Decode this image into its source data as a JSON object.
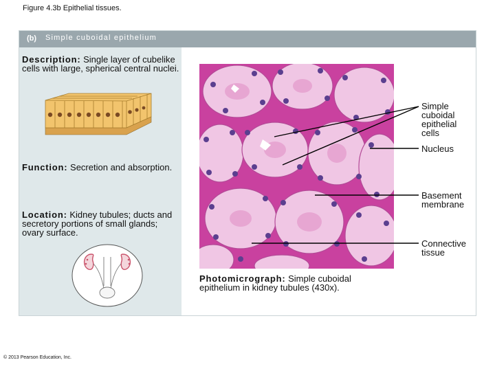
{
  "figure_title": "Figure 4.3b  Epithelial tissues.",
  "panel": {
    "tag": "(b)",
    "title": "Simple cuboidal epithelium"
  },
  "description": {
    "label": "Description:",
    "text": "Single layer of cubelike cells with large, spherical central nuclei."
  },
  "function": {
    "label": "Function:",
    "text": "Secretion and absorption."
  },
  "location": {
    "label": "Location:",
    "text": "Kidney tubules; ducts and secretory portions of small glands; ovary surface."
  },
  "micrograph": {
    "caption_label": "Photomicrograph:",
    "caption_text": "Simple cuboidal epithelium in kidney tubules (430x)."
  },
  "labels": {
    "cells": "Simple cuboidal epithelial cells",
    "nucleus": "Nucleus",
    "basement_membrane": "Basement membrane",
    "connective_tissue": "Connective tissue"
  },
  "copyright": "© 2013 Pearson Education, Inc.",
  "colors": {
    "header": "#9aa7ad",
    "left_column": "#dfe8ea",
    "tissue_background": "#e7a6d2",
    "connective_tissue": "#c9419f",
    "cell_cytoplasm": "#f0c6e4",
    "nucleus": "#5b3f8f",
    "illustration_cells": "#f2c46d",
    "kidney": "#c9526a"
  },
  "icons": {
    "illustration": "cuboidal-epithelium-illustration",
    "location": "kidney-urinary-system-icon"
  }
}
